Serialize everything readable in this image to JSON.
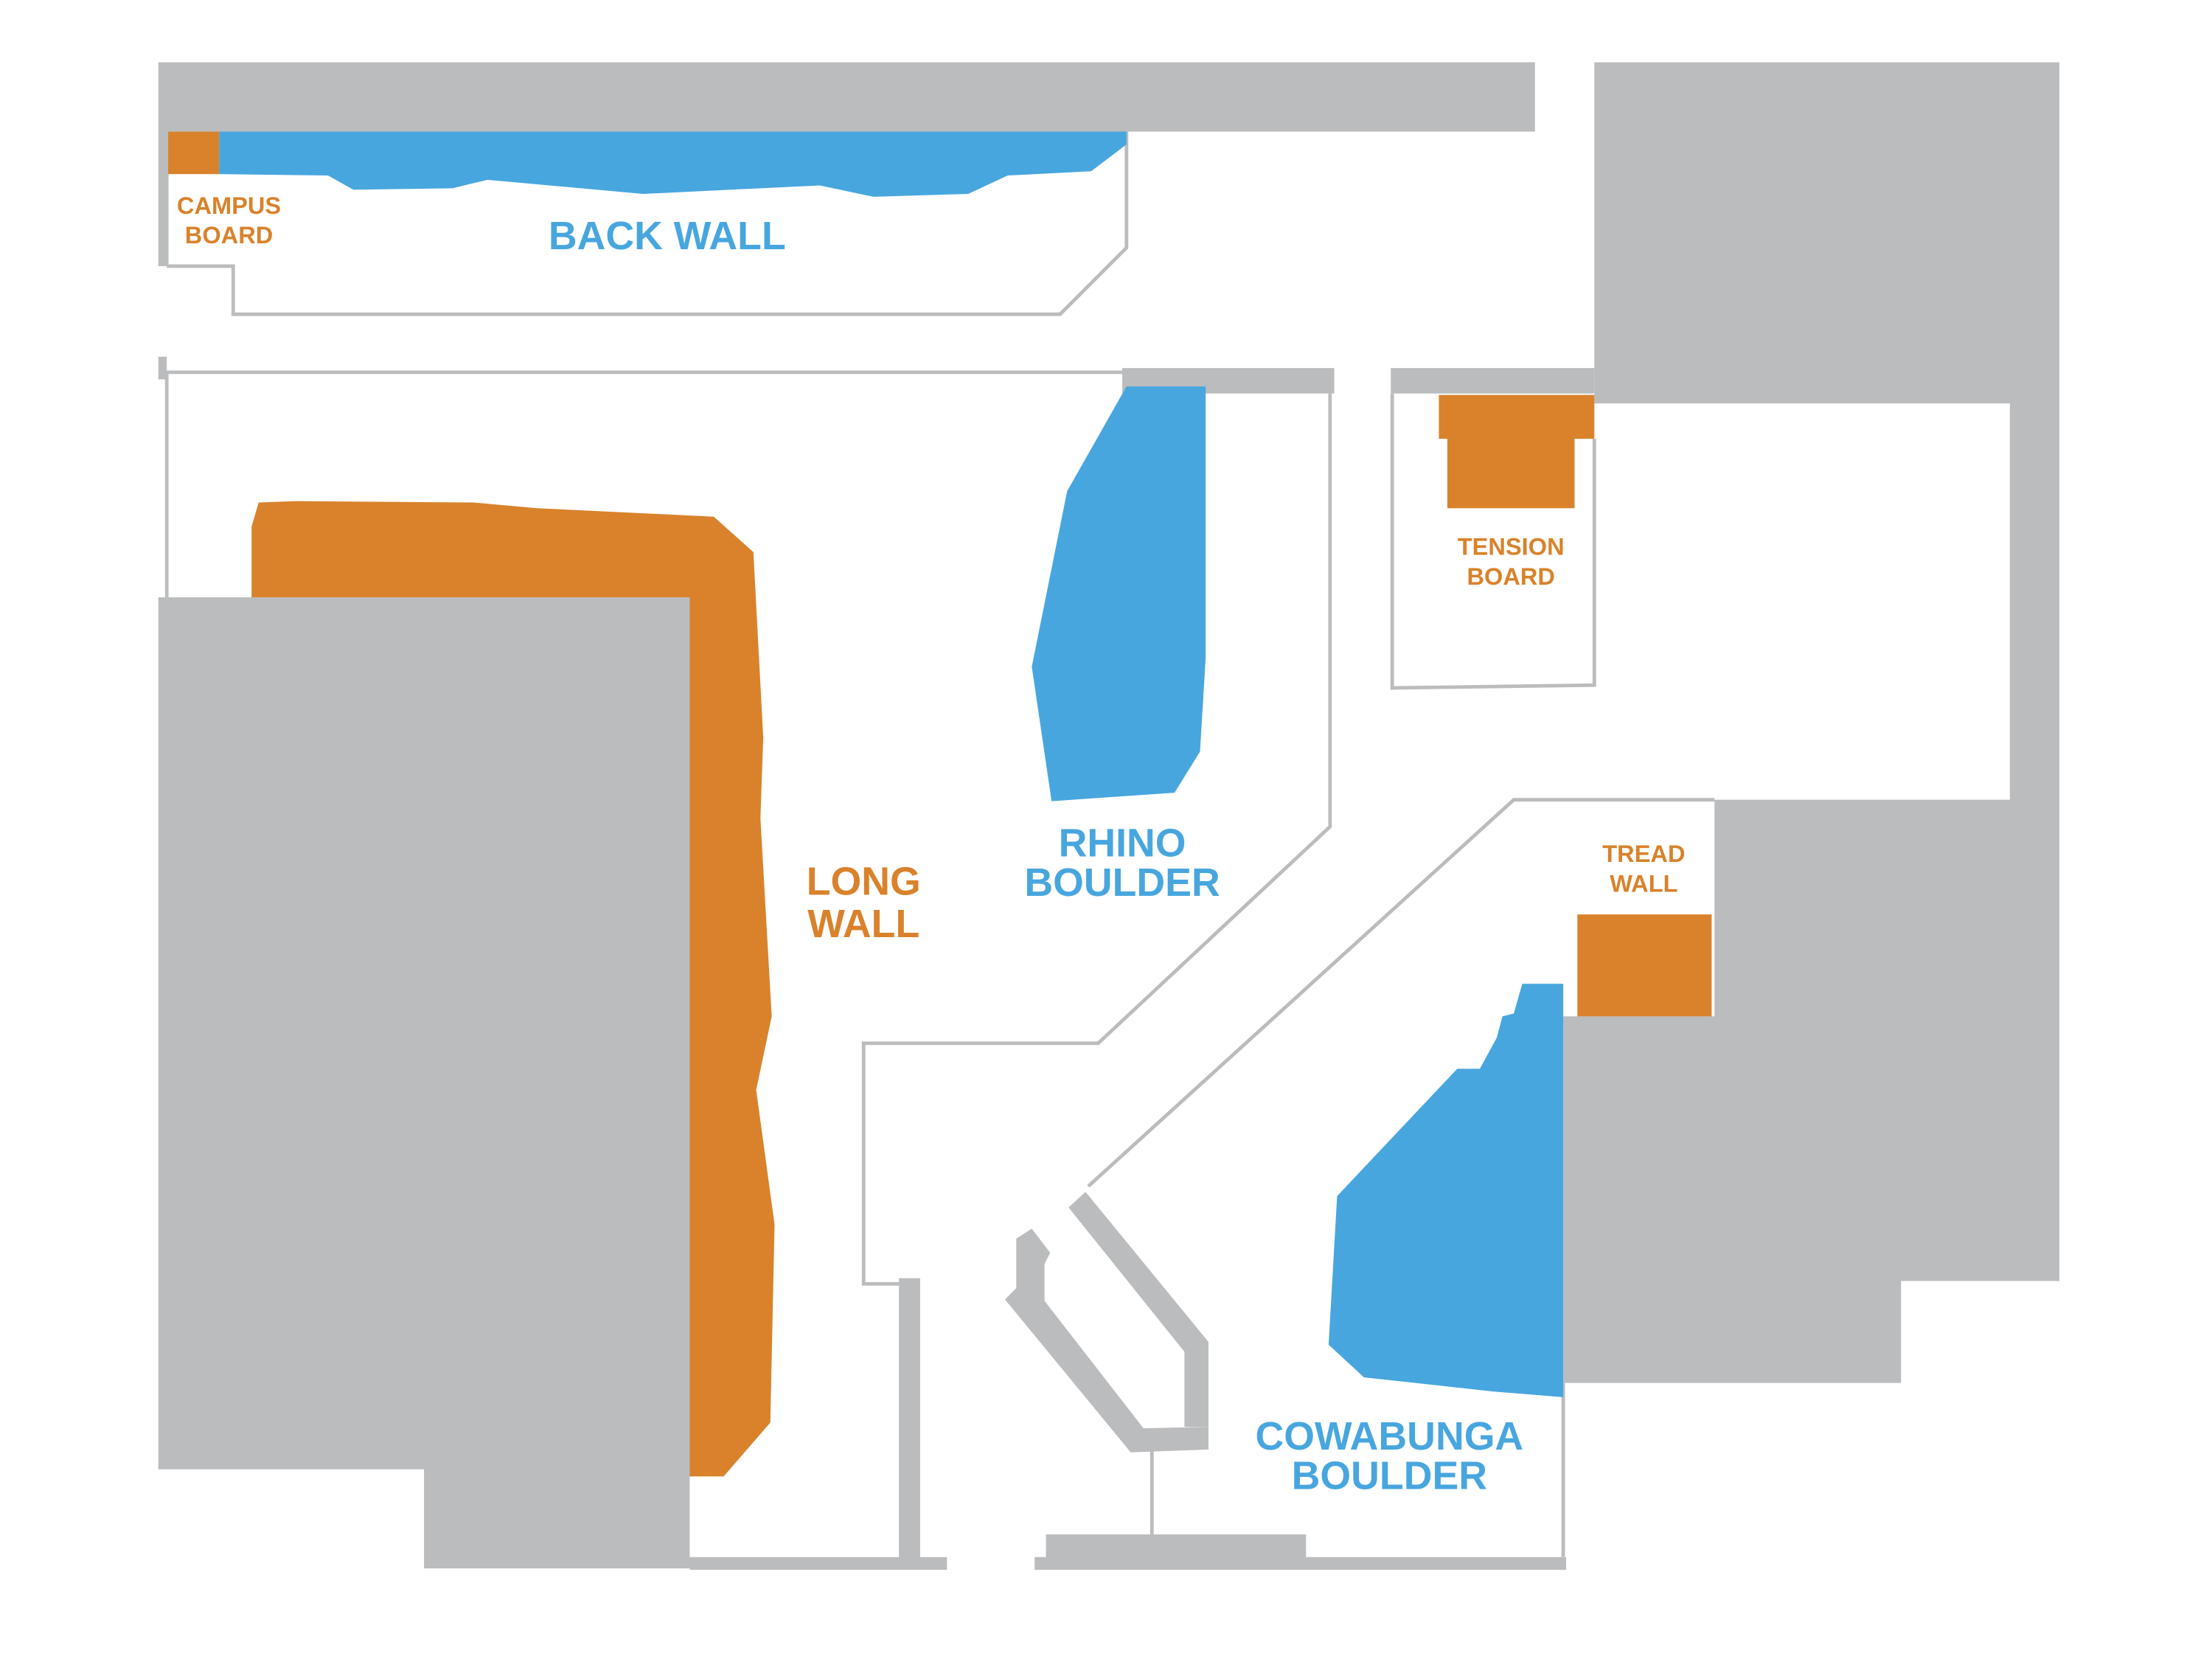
{
  "map": {
    "colors": {
      "building": "#bbbcbe",
      "outline": "#bbbcbe",
      "floor": "#ffffff",
      "blue_wall": "#48a6df",
      "orange_wall": "#d9822b"
    },
    "labels": {
      "campus_board": [
        "CAMPUS",
        "BOARD"
      ],
      "back_wall": "BACK WALL",
      "tension_board": [
        "TENSION",
        "BOARD"
      ],
      "long_wall": [
        "LONG",
        "WALL"
      ],
      "rhino_boulder": [
        "RHINO",
        "BOULDER"
      ],
      "tread_wall": [
        "TREAD",
        "WALL"
      ],
      "cowabunga_boulder": [
        "COWABUNGA",
        "BOULDER"
      ]
    }
  }
}
